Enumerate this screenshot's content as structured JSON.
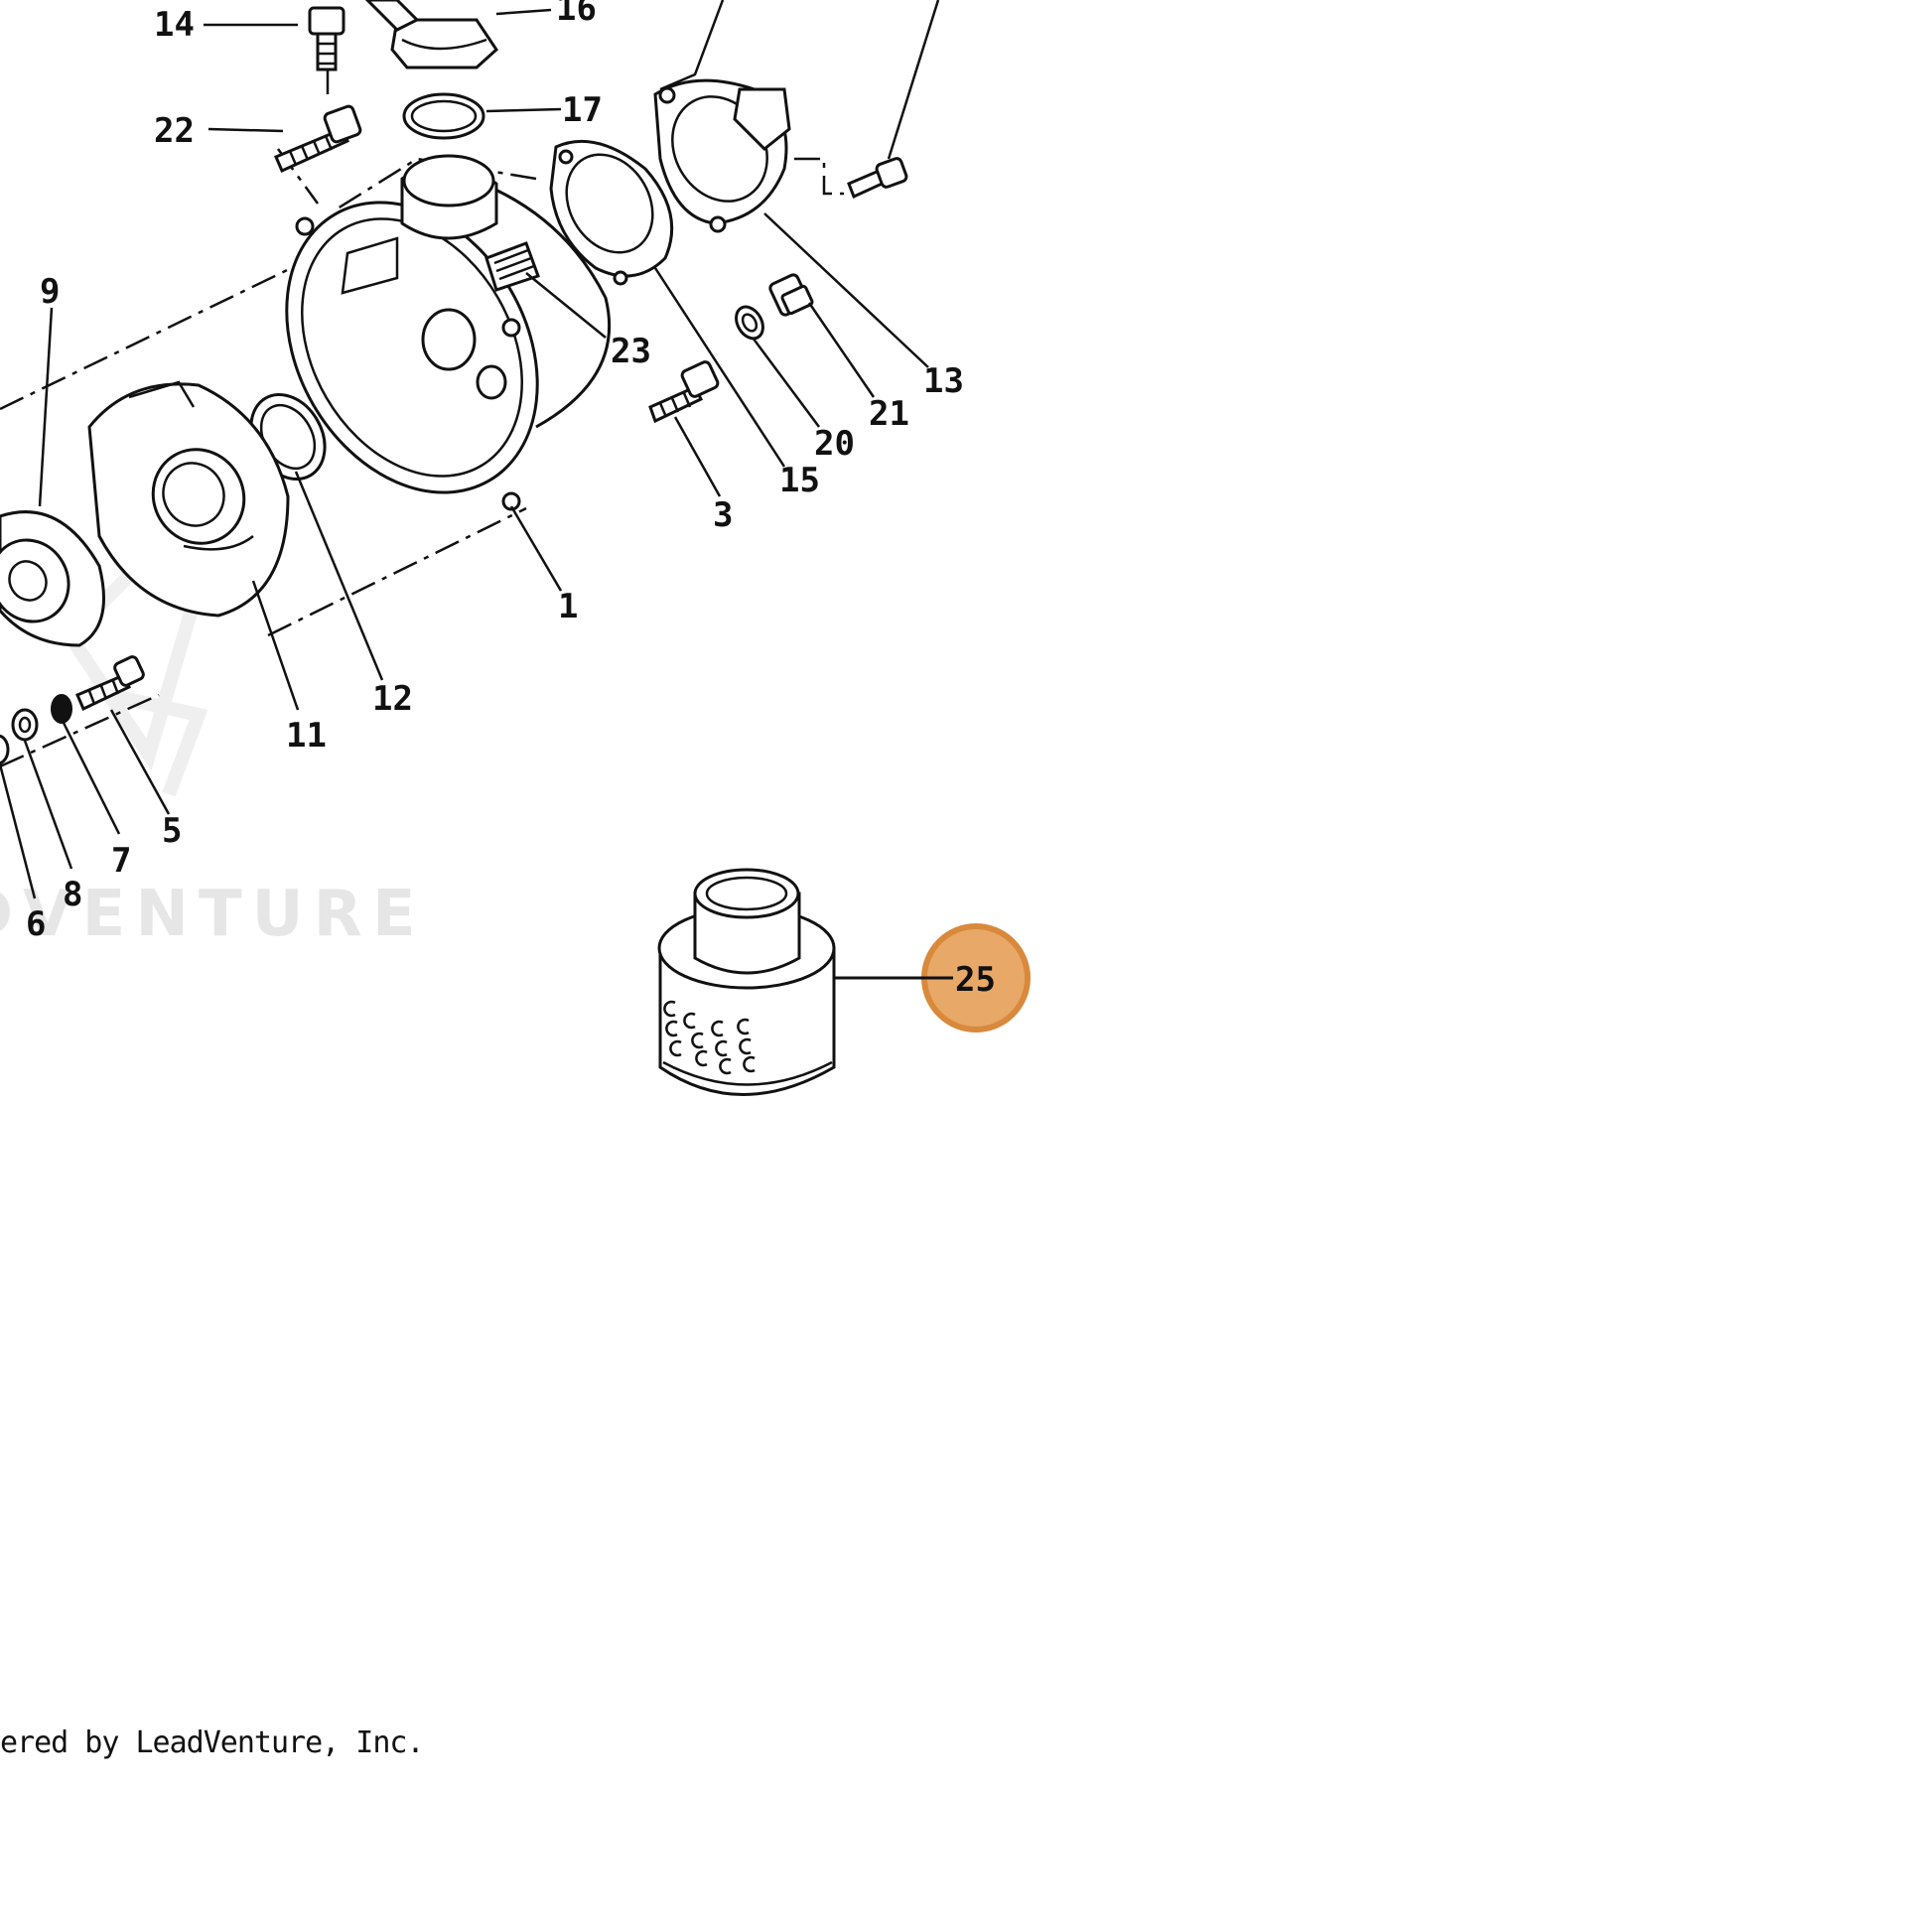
{
  "diagram": {
    "part_labels": [
      "14",
      "16",
      "17",
      "22",
      "9",
      "23",
      "21",
      "13",
      "20",
      "15",
      "3",
      "1",
      "12",
      "11",
      "5",
      "7",
      "8",
      "6",
      "25"
    ],
    "highlighted_part": "25",
    "highlight_color": "#e8a868",
    "highlight_border_color": "#d9893c"
  },
  "watermark": {
    "text": "DVENTURE",
    "color": "#e6e6e6"
  },
  "footer": {
    "copyright": "ered by LeadVenture, Inc."
  }
}
